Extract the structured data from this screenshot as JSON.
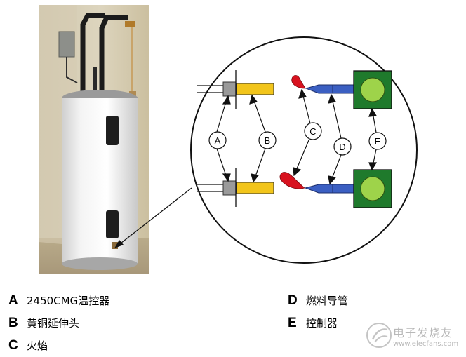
{
  "diagram": {
    "callout_labels": [
      "A",
      "B",
      "C",
      "D",
      "E"
    ]
  },
  "legend": [
    {
      "letter": "A",
      "text": "2450CMG温控器"
    },
    {
      "letter": "B",
      "text": "黄铜延伸头"
    },
    {
      "letter": "C",
      "text": "火焰"
    },
    {
      "letter": "D",
      "text": "燃料导管"
    },
    {
      "letter": "E",
      "text": "控制器"
    }
  ],
  "watermark": {
    "title": "电子发烧友",
    "url": "www.elecfans.com"
  },
  "colors": {
    "brass": "#f2c51b",
    "flame": "#d8121f",
    "fuel_tube": "#3b5fc2",
    "controller_box": "#1f7a2c",
    "controller_knob": "#9ed34a",
    "sensor_gray": "#9a9a9a"
  }
}
